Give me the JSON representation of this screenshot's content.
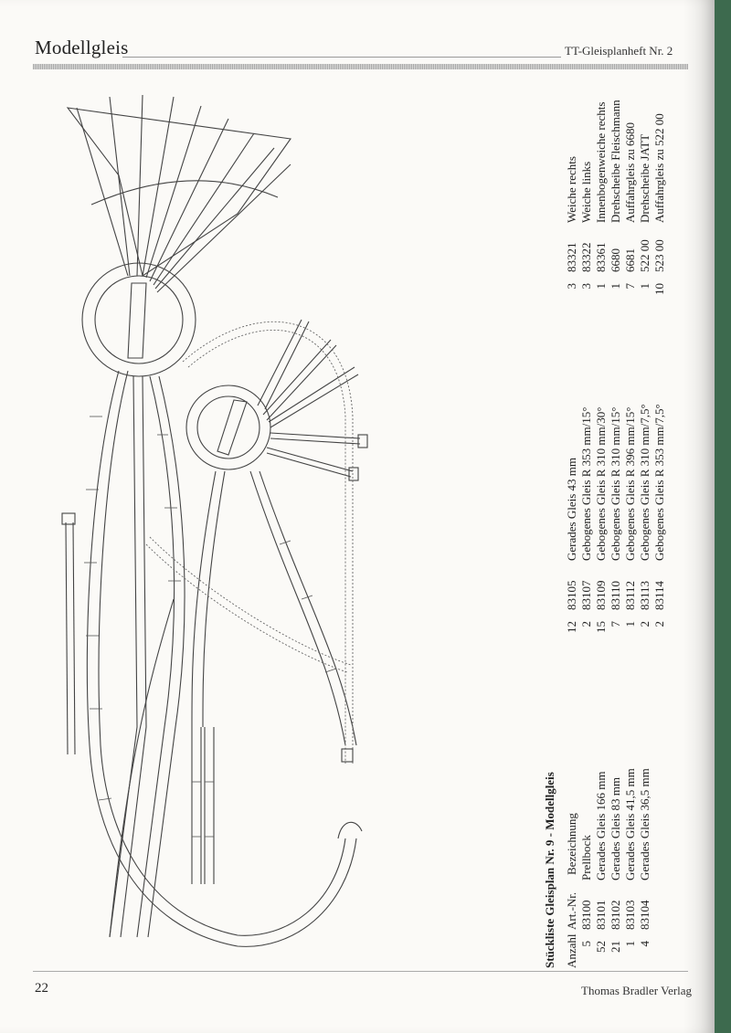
{
  "header": {
    "left_title": "Modellgleis",
    "right_title": "TT-Gleisplanheft Nr. 2"
  },
  "footer": {
    "page_number": "22",
    "publisher": "Thomas Bradler Verlag"
  },
  "parts_list": {
    "title": "Stückliste Gleisplan Nr. 9 - Modellgleis",
    "columns": {
      "anzahl": "Anzahl",
      "artnr": "Art.-Nr.",
      "bezeichnung": "Bezeichnung"
    },
    "group1": [
      {
        "qty": "5",
        "art": "83100",
        "name": "Prellbock"
      },
      {
        "qty": "52",
        "art": "83101",
        "name": "Gerades Gleis 166 mm"
      },
      {
        "qty": "21",
        "art": "83102",
        "name": "Gerades Gleis 83 mm"
      },
      {
        "qty": "1",
        "art": "83103",
        "name": "Gerades Gleis 41,5 mm"
      },
      {
        "qty": "4",
        "art": "83104",
        "name": "Gerades Gleis 36,5 mm"
      }
    ],
    "group2": [
      {
        "qty": "12",
        "art": "83105",
        "name": "Gerades Gleis 43 mm"
      },
      {
        "qty": "2",
        "art": "83107",
        "name": "Gebogenes Gleis R 353 mm/15°"
      },
      {
        "qty": "15",
        "art": "83109",
        "name": "Gebogenes Gleis R 310 mm/30°"
      },
      {
        "qty": "7",
        "art": "83110",
        "name": "Gebogenes Gleis R 310 mm/15°"
      },
      {
        "qty": "1",
        "art": "83112",
        "name": "Gebogenes Gleis R 396 mm/15°"
      },
      {
        "qty": "2",
        "art": "83113",
        "name": "Gebogenes Gleis R 310 mm/7,5°"
      },
      {
        "qty": "2",
        "art": "83114",
        "name": "Gebogenes Gleis R 353 mm/7,5°"
      }
    ],
    "group3": [
      {
        "qty": "3",
        "art": "83321",
        "name": "Weiche rechts"
      },
      {
        "qty": "3",
        "art": "83322",
        "name": "Weiche links"
      },
      {
        "qty": "1",
        "art": "83361",
        "name": "Innenbogenweiche rechts"
      },
      {
        "qty": "1",
        "art": "6680",
        "name": "Drehscheibe Fleischmann"
      },
      {
        "qty": "7",
        "art": "6681",
        "name": "Auffahrgleis zu 6680"
      },
      {
        "qty": "1",
        "art": "522 00",
        "name": "Drehscheibe JATT"
      },
      {
        "qty": "10",
        "art": "523 00",
        "name": "Auffahrgleis zu 522 00"
      }
    ]
  }
}
